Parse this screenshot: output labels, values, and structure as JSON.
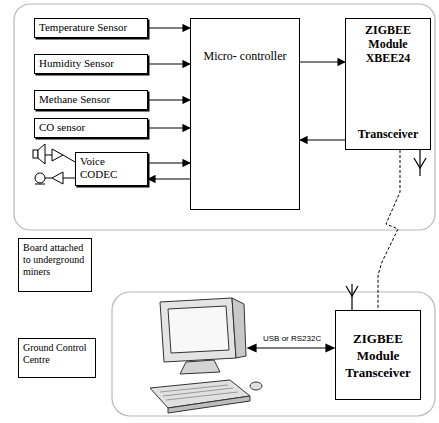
{
  "diagram": {
    "nodes": [
      {
        "text": [
          "Temperature Sensor"
        ]
      },
      {
        "text": [
          "Humidity Sensor"
        ]
      },
      {
        "text": [
          "Methane Sensor"
        ]
      },
      {
        "text": [
          "CO sensor"
        ]
      },
      {
        "text": [
          "Voice CODEC"
        ]
      },
      {
        "text": [
          "Micro- controller"
        ]
      },
      {
        "text": [
          "ZIGBEE Module XBEE24",
          "Transceiver"
        ]
      },
      {
        "text": [
          "Board attached to underground miners"
        ]
      },
      {
        "text": [
          "Ground Control Centre"
        ]
      },
      {
        "text": [
          "ZIGBEE Module Transceiver"
        ]
      }
    ],
    "edges": [
      {
        "from": 0,
        "to": 5,
        "arrow": "to"
      },
      {
        "from": 1,
        "to": 5,
        "arrow": "to"
      },
      {
        "from": 2,
        "to": 5,
        "arrow": "to"
      },
      {
        "from": 3,
        "to": 5,
        "arrow": "to"
      },
      {
        "from": 4,
        "to": 5,
        "arrow": "to"
      },
      {
        "from": 5,
        "to": 4,
        "arrow": "to"
      },
      {
        "from": 5,
        "to": 6,
        "arrow": "to"
      },
      {
        "from": 6,
        "to": 5,
        "arrow": "to"
      },
      {
        "from": 6,
        "to": 9,
        "arrow": "none"
      }
    ],
    "labels": [
      "USB or RS232C"
    ]
  }
}
